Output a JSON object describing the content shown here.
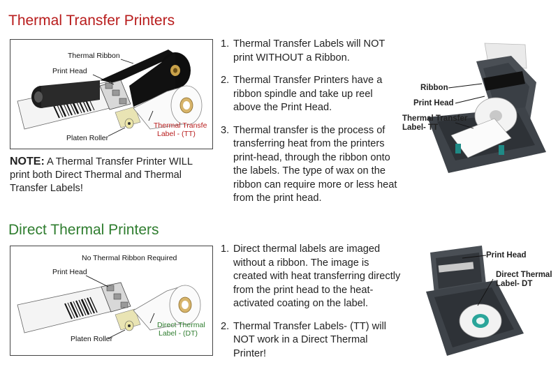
{
  "thermal_transfer": {
    "heading": "Thermal Transfer Printers",
    "diagram": {
      "thermal_ribbon": "Thermal Ribbon",
      "print_head": "Print Head",
      "platen_roller": "Platen Roller",
      "label_line1": "Thermal Transfe",
      "label_line2": "Label - (TT)"
    },
    "note_prefix": "NOTE:",
    "note_text": " A Thermal Transfer Printer WILL print both Direct Thermal and Thermal Transfer Labels!",
    "steps": [
      {
        "num": "1.",
        "text": "Thermal Transfer Labels will NOT print WITHOUT a Ribbon."
      },
      {
        "num": "2.",
        "text": "Thermal Transfer Printers have a ribbon spindle and take up reel above the Print Head."
      },
      {
        "num": "3.",
        "text": "Thermal transfer is the process of transferring heat from the printers print-head, through the ribbon onto the labels. The type of wax on the ribbon can require more or less heat from the print head."
      }
    ],
    "photo": {
      "ribbon": "Ribbon",
      "print_head": "Print Head",
      "label_line1": "Thermal Transfer",
      "label_line2": "Label- TT"
    }
  },
  "direct_thermal": {
    "heading": "Direct Thermal Printers",
    "diagram": {
      "no_ribbon": "No Thermal Ribbon Required",
      "print_head": "Print Head",
      "platen_roller": "Platen Roller",
      "label_line1": "Direct Thermal",
      "label_line2": "Label - (DT)"
    },
    "steps": [
      {
        "num": "1.",
        "text": "Direct thermal labels are imaged without a ribbon. The image is created with heat transferring directly from the print head to the heat-activated coating on the label."
      },
      {
        "num": "2.",
        "text": "Thermal Transfer Labels- (TT) will NOT work in a Direct Thermal Printer!"
      }
    ],
    "photo": {
      "print_head": "Print Head",
      "label_line1": "Direct Thermal",
      "label_line2": "Label- DT"
    }
  },
  "colors": {
    "tt_accent": "#b81c1c",
    "dt_accent": "#2f7d2f"
  }
}
